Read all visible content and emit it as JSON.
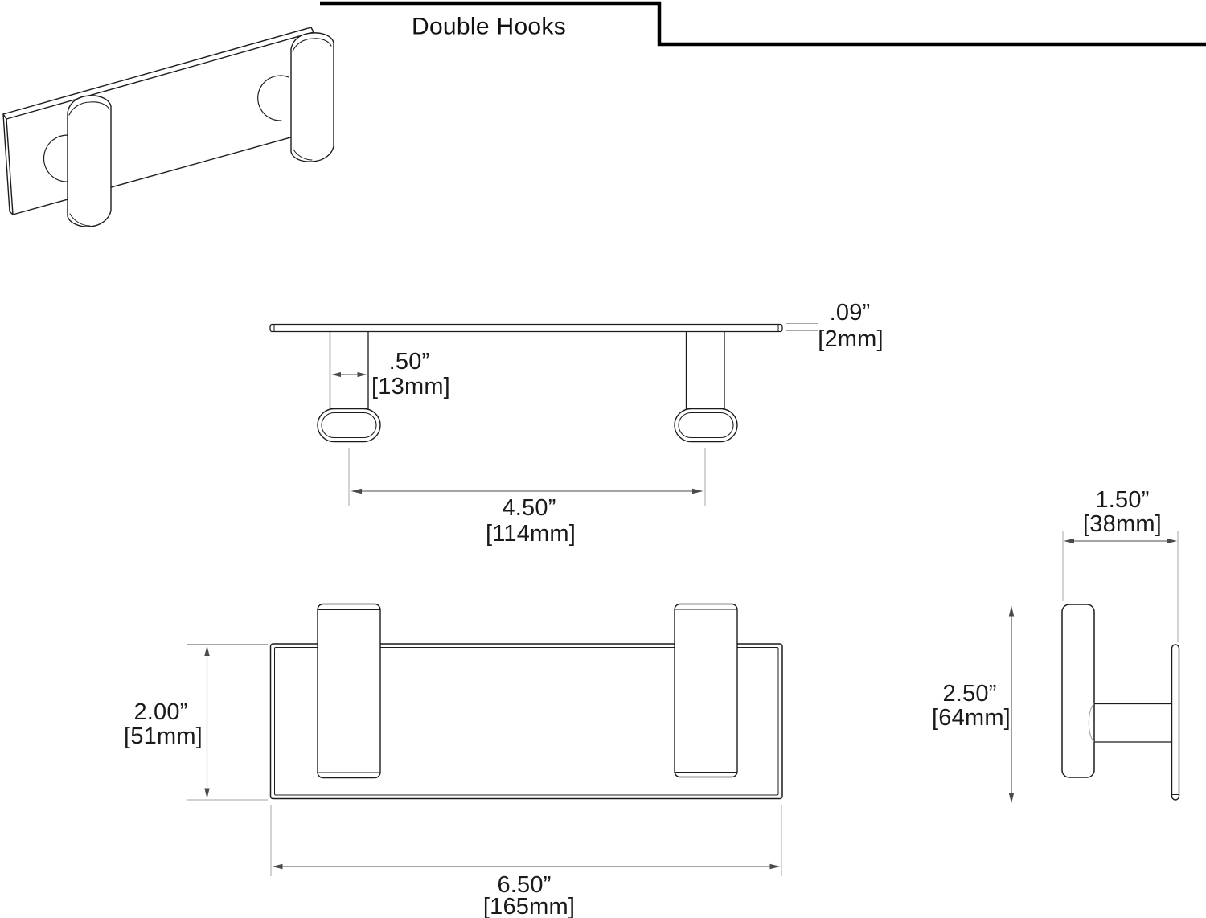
{
  "title": "Double Hooks",
  "dimensions": {
    "hook_width": {
      "inches": ".50”",
      "metric": "[13mm]"
    },
    "hook_spacing": {
      "inches": "4.50”",
      "metric": "[114mm]"
    },
    "plate_thickness": {
      "inches": ".09”",
      "metric": "[2mm]"
    },
    "plate_height": {
      "inches": "2.00”",
      "metric": "[51mm]"
    },
    "plate_width": {
      "inches": "6.50”",
      "metric": "[165mm]"
    },
    "hook_projection": {
      "inches": "1.50”",
      "metric": "[38mm]"
    },
    "hook_height": {
      "inches": "2.50”",
      "metric": "[64mm]"
    }
  },
  "colors": {
    "outline": "#1c1c1c",
    "dimension_line": "#4a4a4a",
    "extension_line": "#a6a6a6",
    "text": "#1a1a1a",
    "title_border": "#000000",
    "background": "#ffffff"
  }
}
